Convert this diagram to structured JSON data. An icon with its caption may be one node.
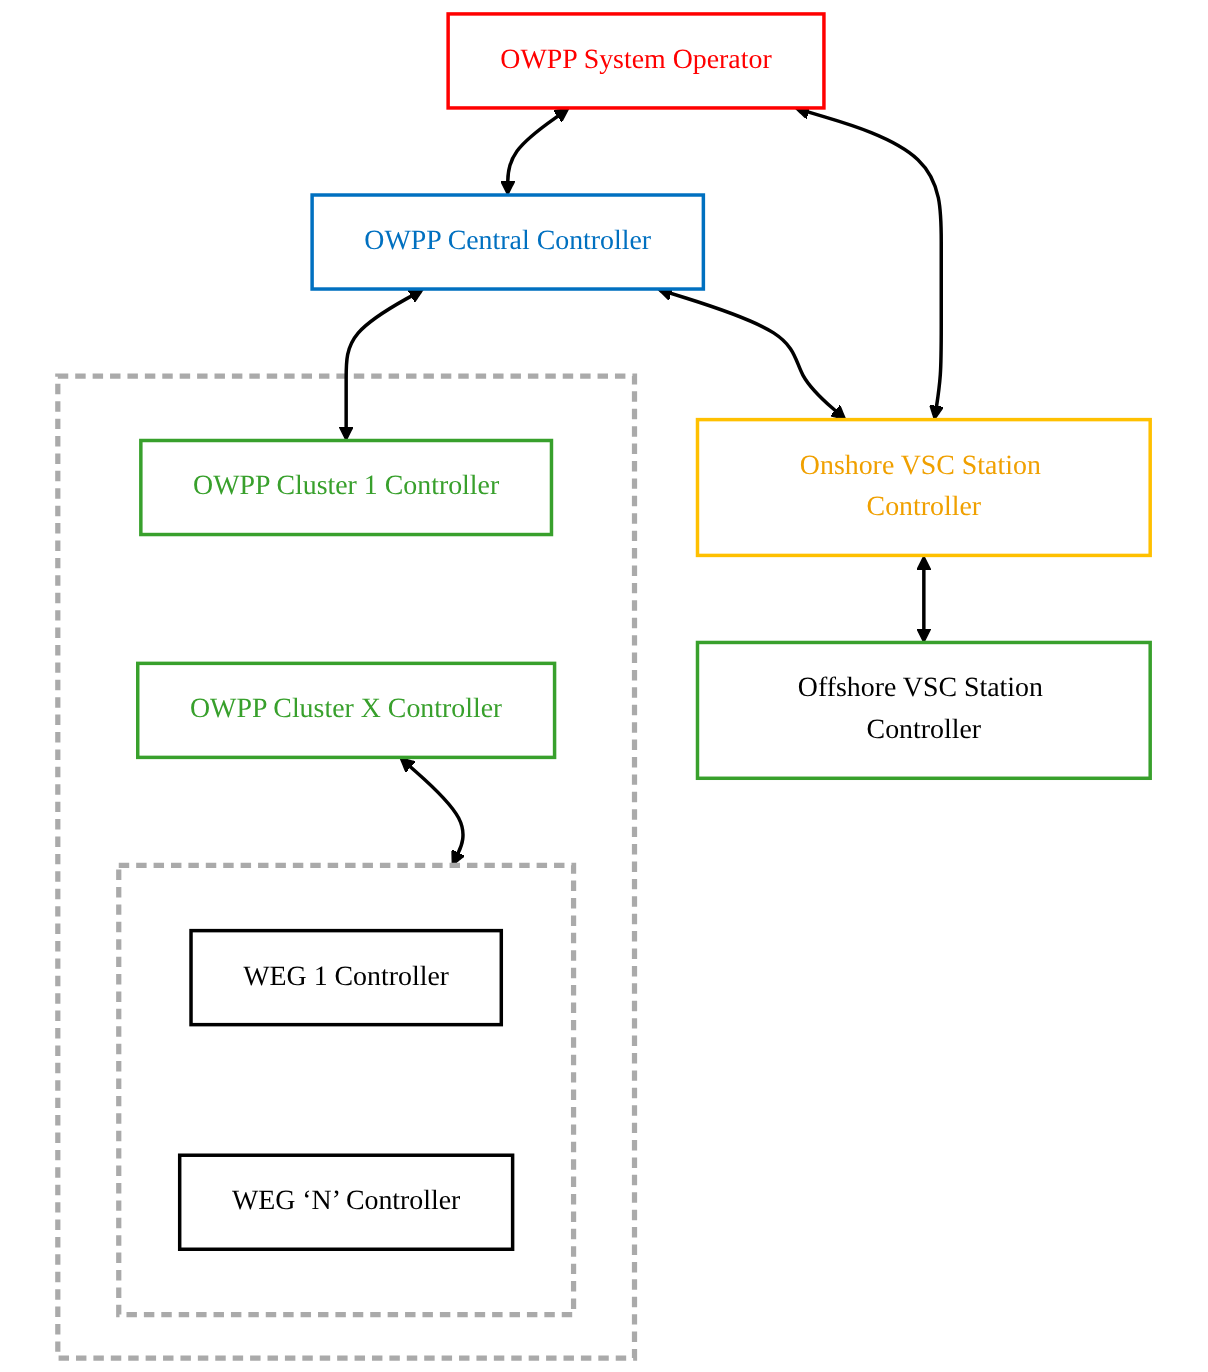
{
  "diagram": {
    "nodes": [
      {
        "text": [
          "OWPP System Operator"
        ]
      },
      {
        "text": [
          "OWPP Central Controller"
        ]
      },
      {
        "text": [
          "Onshore VSC Station Controller"
        ]
      },
      {
        "text": [
          "Offshore VSC Station Controller"
        ]
      },
      {
        "text": [],
        "shape": "box"
      },
      {
        "text": [
          "OWPP Cluster 1 Controller"
        ],
        "in": 4
      },
      {
        "text": [
          "OWPP Cluster X Controller"
        ],
        "in": 4
      },
      {
        "text": [],
        "shape": "box",
        "in": 4
      },
      {
        "text": [
          "WEG 1 Controller"
        ],
        "in": 7
      },
      {
        "text": [
          "WEG ‘N’ Controller"
        ],
        "in": 7
      }
    ],
    "edges": [
      {
        "from": 0,
        "to": 1,
        "arrow": "both"
      },
      {
        "from": 0,
        "to": 2,
        "arrow": "both"
      },
      {
        "from": 1,
        "to": 2,
        "arrow": "both"
      },
      {
        "from": 2,
        "to": 3,
        "arrow": "both"
      },
      {
        "from": 1,
        "to": 5,
        "arrow": "both"
      },
      {
        "from": 6,
        "to": 7,
        "arrow": "both"
      }
    ]
  }
}
